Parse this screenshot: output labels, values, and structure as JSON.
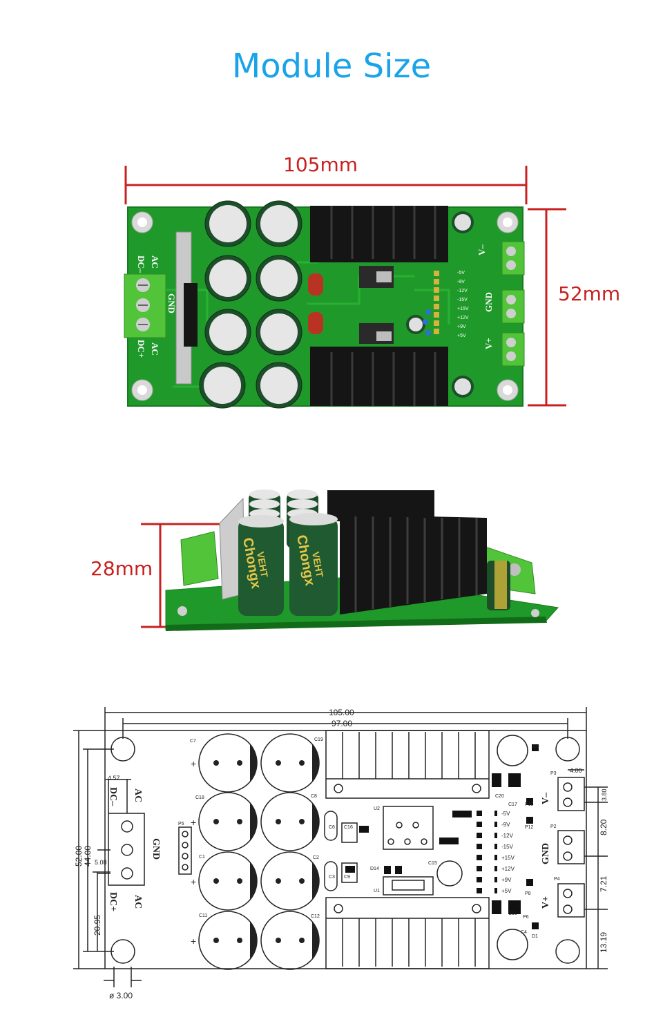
{
  "title": "Module Size",
  "top_view": {
    "width_label": "105mm",
    "height_label": "52mm"
  },
  "side_view": {
    "height_label": "28mm"
  },
  "pcb_silkscreen": {
    "dc_minus": "DC–",
    "ac_top": "AC",
    "gnd": "GND",
    "dc_plus": "DC+",
    "ac_bottom": "AC",
    "v_minus": "V–",
    "v_plus": "V+",
    "out_gnd": "GND",
    "rails": [
      "-5V",
      "-9V",
      "-12V",
      "-15V",
      "+15V",
      "+12V",
      "+9V",
      "+5V"
    ]
  },
  "capacitor_brand": "Chongx",
  "capacitor_series": "VEHT",
  "drawing": {
    "dim_overall_width": "105.00",
    "dim_hole_spacing_x": "97.00",
    "dim_overall_height": "52.00",
    "dim_hole_spacing_y": "44.00",
    "dim_lower_offset": "20.95",
    "dim_terminal_offset": "4.57",
    "dim_terminal_pitch": "5.08",
    "dim_hole_diameter": "ø 3.00",
    "dim_right_pitch": "4.00",
    "dim_right_a": "3.80",
    "dim_right_b": "8.20",
    "dim_right_c": "7.21",
    "dim_right_d": "13.19",
    "ref_labels": {
      "c7": "C7",
      "c19": "C19",
      "c18": "C18",
      "c8": "C8",
      "c1": "C1",
      "c2": "C2",
      "c11": "C11",
      "c12": "C12",
      "p5": "P5",
      "p3": "P3",
      "p2": "P2",
      "p4": "P4",
      "u2": "U2",
      "u1": "U1",
      "c15": "C15",
      "d14": "D14",
      "c6": "C6",
      "c16": "C16",
      "c3": "C3",
      "c9": "C9",
      "p10": "P10",
      "p12": "P12",
      "p8": "P8",
      "p6": "P6",
      "c20": "C20",
      "c17": "C17",
      "c10": "C10",
      "c4": "C4",
      "d1": "D1",
      "d4": "D4"
    },
    "terminal_labels": {
      "dc_minus": "DC–",
      "ac_top": "AC",
      "gnd": "GND",
      "dc_plus": "DC+",
      "ac_bottom": "AC"
    },
    "out_labels": {
      "v_minus": "V–",
      "gnd": "GND",
      "v_plus": "V+"
    },
    "rails": [
      "-5V",
      "-9V",
      "-12V",
      "-15V",
      "+15V",
      "+12V",
      "+9V",
      "+5V"
    ]
  },
  "colors": {
    "title": "#1aa3e8",
    "dimension": "#c8201f",
    "pcb": "#1f9a2a",
    "terminal": "#52c43a",
    "heatsink": "#151515"
  }
}
